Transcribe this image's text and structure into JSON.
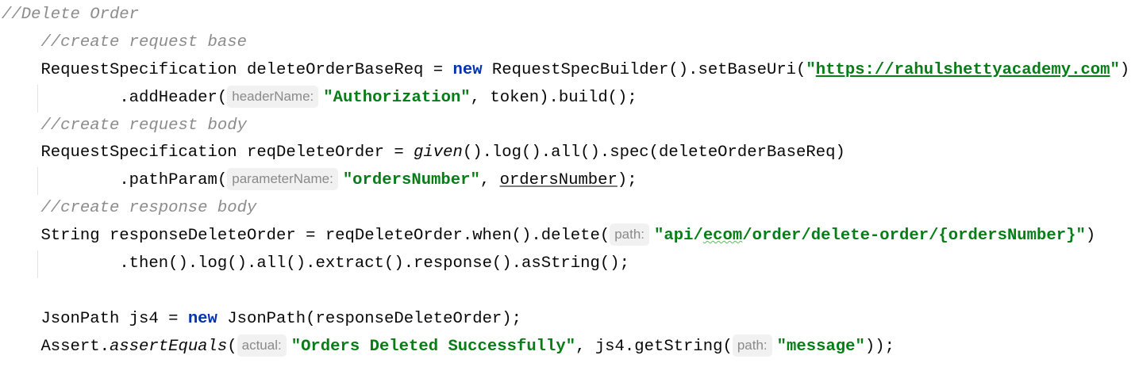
{
  "editor": {
    "language": "java",
    "lines": [
      {
        "indent": 0,
        "tokens": [
          {
            "type": "comment",
            "text": "//Delete Order"
          }
        ]
      },
      {
        "indent": 4,
        "tokens": [
          {
            "type": "comment",
            "text": "//create request base"
          }
        ]
      },
      {
        "indent": 4,
        "tokens": [
          {
            "type": "plain",
            "text": "RequestSpecification deleteOrderBaseReq = "
          },
          {
            "type": "keyword",
            "text": "new"
          },
          {
            "type": "plain",
            "text": " RequestSpecBuilder().setBaseUri("
          },
          {
            "type": "string",
            "text": "\""
          },
          {
            "type": "url",
            "text": "https://rahulshettyacademy.com"
          },
          {
            "type": "string",
            "text": "\""
          },
          {
            "type": "plain",
            "text": ")"
          }
        ]
      },
      {
        "indent": 12,
        "guide": true,
        "tokens": [
          {
            "type": "plain",
            "text": ".addHeader("
          },
          {
            "type": "hint",
            "text": "headerName:"
          },
          {
            "type": "string",
            "text": "\"Authorization\""
          },
          {
            "type": "plain",
            "text": ", token).build();"
          }
        ]
      },
      {
        "indent": 4,
        "tokens": [
          {
            "type": "comment",
            "text": "//create request body"
          }
        ]
      },
      {
        "indent": 4,
        "tokens": [
          {
            "type": "plain",
            "text": "RequestSpecification reqDeleteOrder = "
          },
          {
            "type": "italic",
            "text": "given"
          },
          {
            "type": "plain",
            "text": "().log().all().spec(deleteOrderBaseReq)"
          }
        ]
      },
      {
        "indent": 12,
        "guide": true,
        "tokens": [
          {
            "type": "plain",
            "text": ".pathParam("
          },
          {
            "type": "hint",
            "text": "parameterName:"
          },
          {
            "type": "string",
            "text": "\"ordersNumber\""
          },
          {
            "type": "plain",
            "text": ", "
          },
          {
            "type": "underline",
            "text": "ordersNumber"
          },
          {
            "type": "plain",
            "text": ");"
          }
        ]
      },
      {
        "indent": 4,
        "tokens": [
          {
            "type": "comment",
            "text": "//create response body"
          }
        ]
      },
      {
        "indent": 4,
        "tokens": [
          {
            "type": "plain",
            "text": "String responseDeleteOrder = reqDeleteOrder.when().delete("
          },
          {
            "type": "hint",
            "text": "path:"
          },
          {
            "type": "string",
            "text": "\"api/"
          },
          {
            "type": "wavy",
            "text": "ecom"
          },
          {
            "type": "string",
            "text": "/order/delete-order/{ordersNumber}\""
          },
          {
            "type": "plain",
            "text": ")"
          }
        ]
      },
      {
        "indent": 12,
        "guide": true,
        "tokens": [
          {
            "type": "plain",
            "text": ".then().log().all().extract().response().asString();"
          }
        ]
      },
      {
        "indent": 0,
        "tokens": []
      },
      {
        "indent": 4,
        "tokens": [
          {
            "type": "plain",
            "text": "JsonPath js4 = "
          },
          {
            "type": "keyword",
            "text": "new"
          },
          {
            "type": "plain",
            "text": " JsonPath(responseDeleteOrder);"
          }
        ]
      },
      {
        "indent": 4,
        "tokens": [
          {
            "type": "plain",
            "text": "Assert."
          },
          {
            "type": "italic",
            "text": "assertEquals"
          },
          {
            "type": "plain",
            "text": "("
          },
          {
            "type": "hint",
            "text": "actual:"
          },
          {
            "type": "string",
            "text": "\"Orders Deleted Successfully\""
          },
          {
            "type": "plain",
            "text": ", js4.getString("
          },
          {
            "type": "hint",
            "text": "path:"
          },
          {
            "type": "string",
            "text": "\"message\""
          },
          {
            "type": "plain",
            "text": "));"
          }
        ]
      }
    ]
  }
}
